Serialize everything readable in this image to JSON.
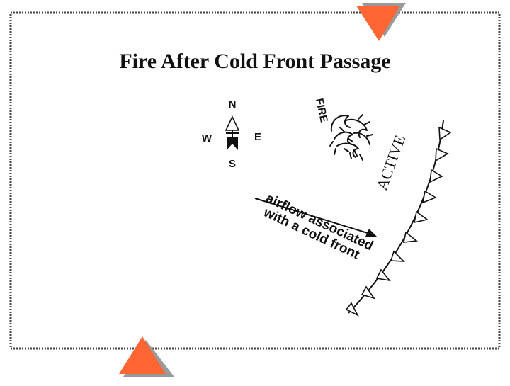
{
  "title": "Fire After Cold Front Passage",
  "compass": {
    "north": "N",
    "south": "S",
    "east": "E",
    "west": "W"
  },
  "fire_label": "FIRE",
  "active_label": "ACTIVE",
  "airflow_lines": [
    "airflow associated",
    "with a cold front"
  ],
  "colors": {
    "triangle_fill": "#ff6633",
    "triangle_shadow": "#9a9a9a",
    "border": "#444444",
    "ink": "#111111"
  }
}
